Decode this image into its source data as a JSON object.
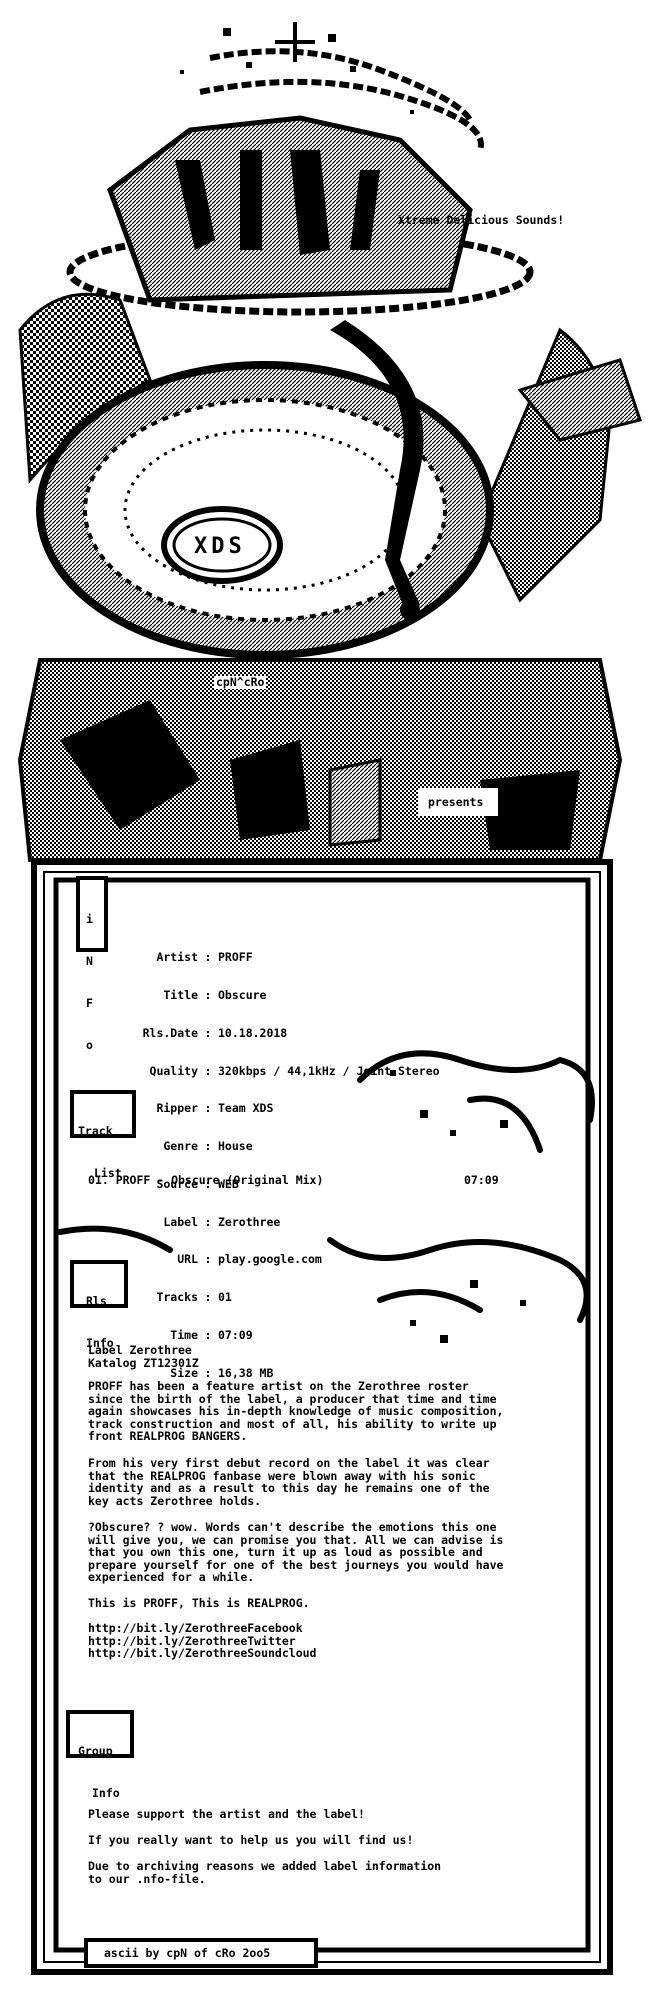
{
  "header": {
    "tagline": "Xtreme Delicious Sounds!",
    "logo_text": "XDS",
    "ascii_credit_top": "cpN^cRo",
    "presents": "presents"
  },
  "info": {
    "section_title": [
      "i",
      "N",
      "F",
      "o"
    ],
    "fields": [
      {
        "label": "Artist",
        "value": "PROFF"
      },
      {
        "label": "Title",
        "value": "Obscure"
      },
      {
        "label": "Rls.Date",
        "value": "10.18.2018"
      },
      {
        "label": "Quality",
        "value": "320kbps / 44,1kHz / Joint Stereo"
      },
      {
        "label": "Ripper",
        "value": "Team XDS"
      },
      {
        "label": "Genre",
        "value": "House"
      },
      {
        "label": "Source",
        "value": "WEB"
      },
      {
        "label": "Label",
        "value": "Zerothree"
      },
      {
        "label": "URL",
        "value": "play.google.com"
      },
      {
        "label": "Tracks",
        "value": "01"
      },
      {
        "label": "Time",
        "value": "07:09"
      },
      {
        "label": "Size",
        "value": "16,38 MB"
      }
    ]
  },
  "tracklist": {
    "section_title_1": "Track",
    "section_title_2": "List",
    "tracks": [
      {
        "entry": "01. PROFF - Obscure (Original Mix)",
        "time": "07:09"
      }
    ]
  },
  "rls_info": {
    "section_title_1": "Rls",
    "section_title_2": "Info",
    "label_line": "Label Zerothree",
    "catalog_line": "Katalog ZT12301Z",
    "p1": "PROFF has been a feature artist on the Zerothree roster\nsince the birth of the label, a producer that time and time\nagain showcases his in-depth knowledge of music composition,\ntrack construction and most of all, his ability to write up\nfront REALPROG BANGERS.",
    "p2": "From his very first debut record on the label it was clear\nthat the REALPROG fanbase were blown away with his sonic\nidentity and as a result to this day he remains one of the\nkey acts Zerothree holds.",
    "p3": "?Obscure? ? wow. Words can't describe the emotions this one\nwill give you, we can promise you that. All we can advise is\nthat you own this one, turn it up as loud as possible and\nprepare yourself for one of the best journeys you would have\nexperienced for a while.",
    "p4": "This is PROFF, This is REALPROG.",
    "links": "http://bit.ly/ZerothreeFacebook\nhttp://bit.ly/ZerothreeTwitter\nhttp://bit.ly/ZerothreeSoundcloud"
  },
  "group_info": {
    "section_title_1": "Group",
    "section_title_2": "Info",
    "l1": "Please support the artist and the label!",
    "l2": "If you really want to help us you will find us!",
    "l3": "Due to archiving reasons we added label information\nto our .nfo-file."
  },
  "footer": {
    "credit": "ascii by cpN of cRo 2oo5"
  },
  "colors": {
    "ink": "#000000",
    "paper": "#ffffff"
  }
}
